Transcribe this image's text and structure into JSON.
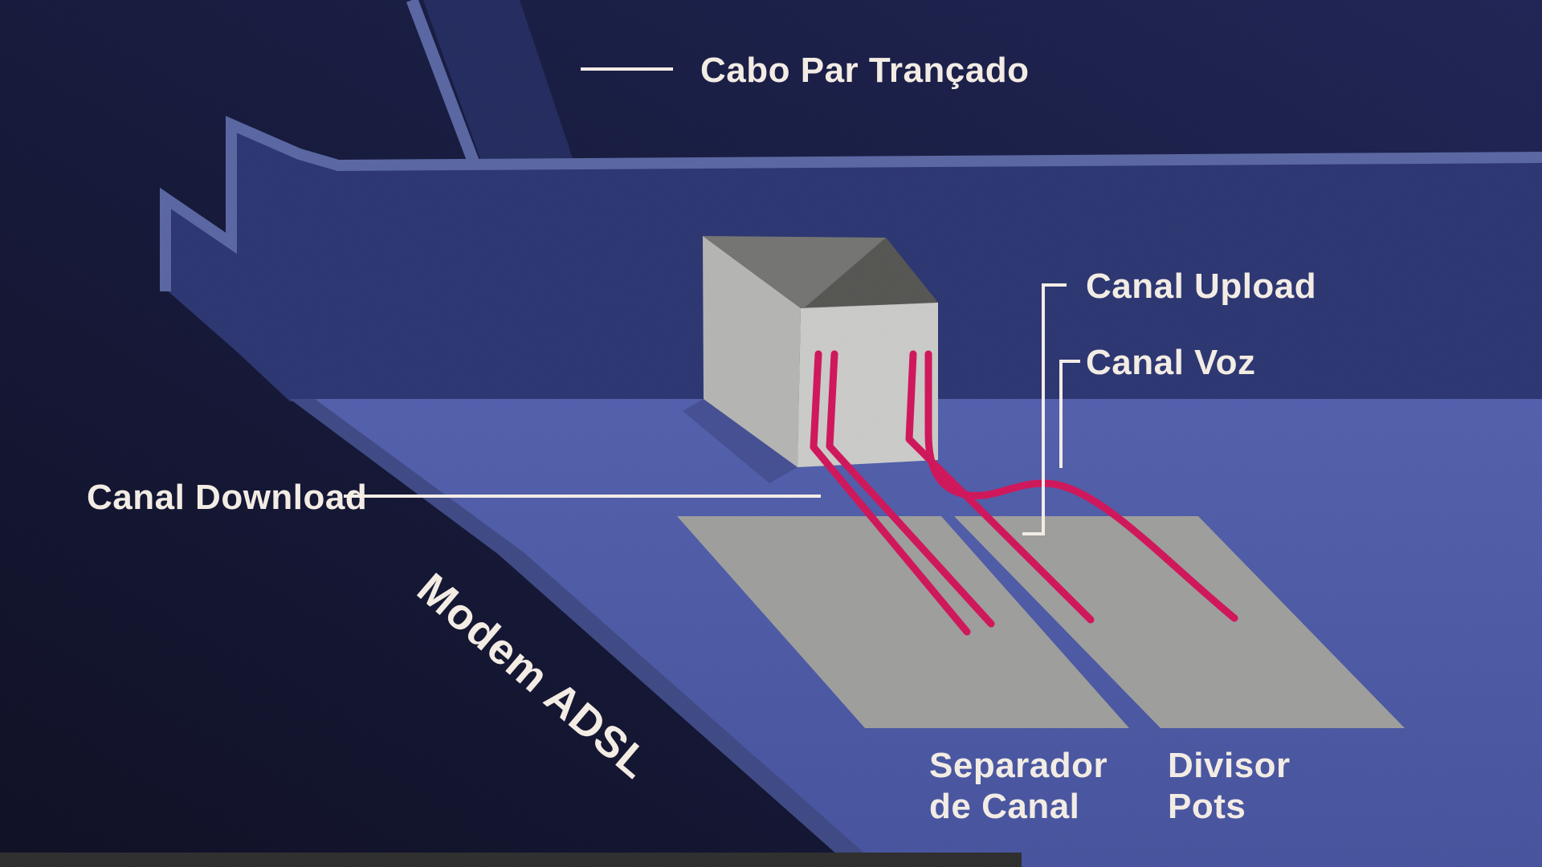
{
  "labels": {
    "cabo_par_trancado": "Cabo Par Trançado",
    "canal_upload": "Canal Upload",
    "canal_voz": "Canal Voz",
    "canal_download": "Canal Download",
    "modem_adsl": "Modem ADSL",
    "separador": {
      "line1": "Separador",
      "line2": "de Canal"
    },
    "divisor": {
      "line1": "Divisor",
      "line2": "Pots"
    }
  },
  "palette": {
    "bg_dark": "#0a0b20",
    "bg_mid": "#12163a",
    "bg_light": "#1b2051",
    "modem_body": "#28326e",
    "edge_highlight": "#56639f",
    "cable_body": "#20285c",
    "floor_top": "#4f5ca9",
    "floor_bottom": "#43509b",
    "floor_shadow_strip": "#3b4682",
    "box_shadow": "#414c90",
    "box_left_face": "#b2b2b0",
    "box_front_face": "#c8c8c6",
    "box_interior": "#71716f",
    "box_interior_dark": "#52524f",
    "panel_gray": "#9b9b99",
    "wire_pink": "#ce1257",
    "pointer_line": "#f2ece6",
    "text_cream": "#f3ece4",
    "bottom_bar": "#2a2a2a"
  }
}
